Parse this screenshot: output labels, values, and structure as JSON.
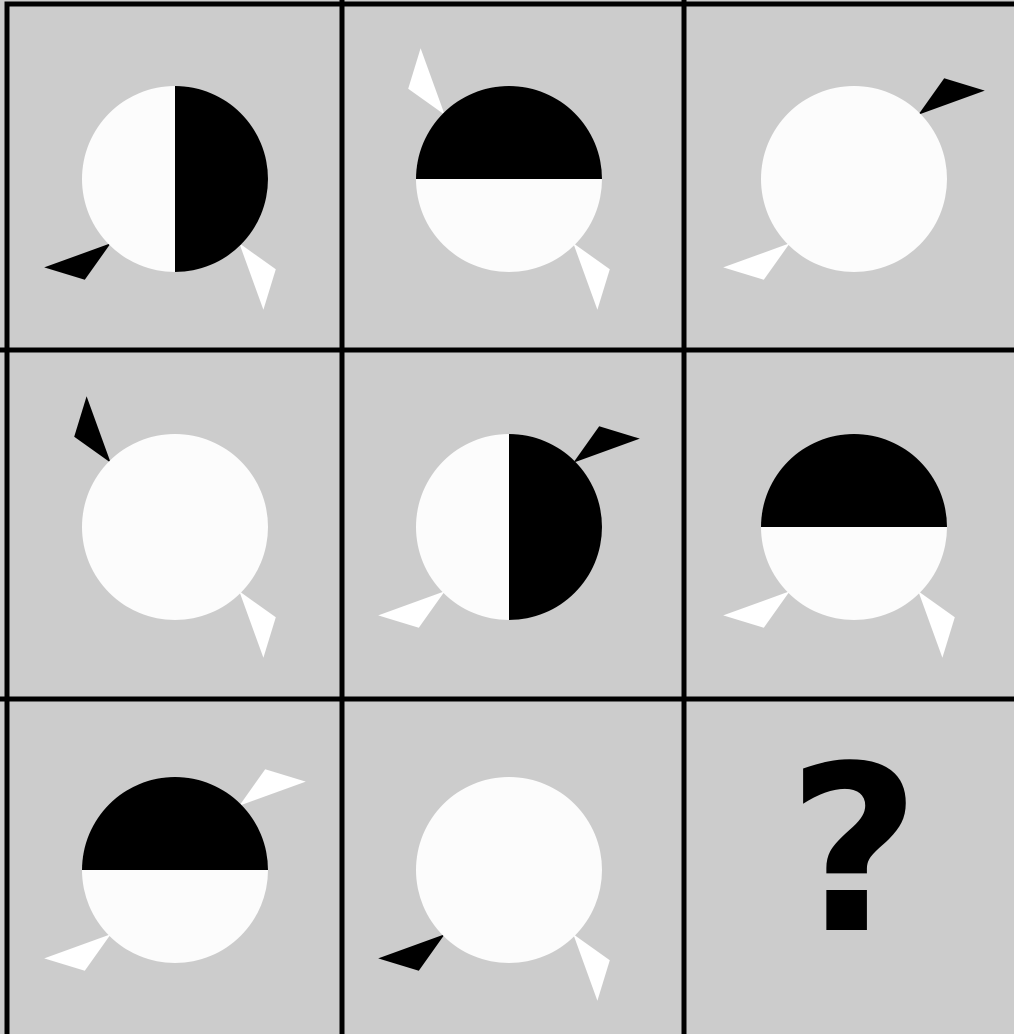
{
  "colors": {
    "background": "#cccccc",
    "grid_line": "#000000",
    "circle_light": "#fcfcfc",
    "black": "#000000",
    "white": "#ffffff"
  },
  "cells": [
    {
      "circle": "split-vertical-right-black",
      "triangles": [
        {
          "position": "lower-left",
          "color": "black"
        },
        {
          "position": "lower-right",
          "color": "white"
        }
      ]
    },
    {
      "circle": "split-horizontal-top-black",
      "triangles": [
        {
          "position": "upper-left",
          "color": "white"
        },
        {
          "position": "lower-right",
          "color": "white"
        }
      ]
    },
    {
      "circle": "plain-white",
      "triangles": [
        {
          "position": "upper-right",
          "color": "black"
        },
        {
          "position": "lower-left",
          "color": "white"
        }
      ]
    },
    {
      "circle": "plain-white",
      "triangles": [
        {
          "position": "upper-left",
          "color": "black"
        },
        {
          "position": "lower-right",
          "color": "white"
        }
      ]
    },
    {
      "circle": "split-vertical-right-black",
      "triangles": [
        {
          "position": "upper-right",
          "color": "black"
        },
        {
          "position": "lower-left",
          "color": "white"
        }
      ]
    },
    {
      "circle": "split-horizontal-top-black",
      "triangles": [
        {
          "position": "lower-left",
          "color": "white"
        },
        {
          "position": "lower-right",
          "color": "white"
        }
      ]
    },
    {
      "circle": "split-horizontal-top-black",
      "triangles": [
        {
          "position": "upper-right",
          "color": "white"
        },
        {
          "position": "lower-left",
          "color": "white"
        }
      ]
    },
    {
      "circle": "plain-white",
      "triangles": [
        {
          "position": "lower-left",
          "color": "black"
        },
        {
          "position": "lower-right",
          "color": "white"
        }
      ]
    },
    {
      "missing": true,
      "label": "?"
    }
  ]
}
